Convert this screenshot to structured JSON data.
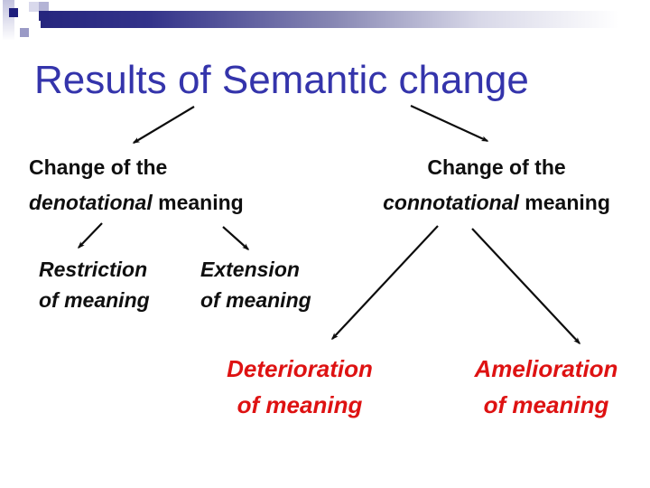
{
  "slide": {
    "title": "Results of Semantic change"
  },
  "colors": {
    "title_blue": "#3434ab",
    "body_black": "#0f0f0f",
    "accent_red": "#de1212",
    "header_bar_navy": "#26267e",
    "background": "#ffffff"
  },
  "nodes": {
    "denotational": {
      "line1": "Change of the",
      "emphasis": "denotational",
      "rest": " meaning"
    },
    "connotational": {
      "line1": "Change of the",
      "emphasis": "connotational",
      "rest": " meaning"
    },
    "restriction": {
      "line1": "Restriction",
      "line2": "of meaning"
    },
    "extension": {
      "line1": "Extension",
      "line2": "of meaning"
    },
    "deterioration": {
      "line1": "Deterioration",
      "line2": "of meaning"
    },
    "amelioration": {
      "line1": "Amelioration",
      "line2": "of meaning"
    }
  },
  "diagram": {
    "type": "tree",
    "edges": [
      {
        "from": "results-of-semantic-change",
        "to": "change-of-denotational-meaning"
      },
      {
        "from": "results-of-semantic-change",
        "to": "change-of-connotational-meaning"
      },
      {
        "from": "change-of-denotational-meaning",
        "to": "restriction-of-meaning"
      },
      {
        "from": "change-of-denotational-meaning",
        "to": "extension-of-meaning"
      },
      {
        "from": "change-of-connotational-meaning",
        "to": "deterioration-of-meaning"
      },
      {
        "from": "change-of-connotational-meaning",
        "to": "amelioration-of-meaning"
      }
    ]
  }
}
